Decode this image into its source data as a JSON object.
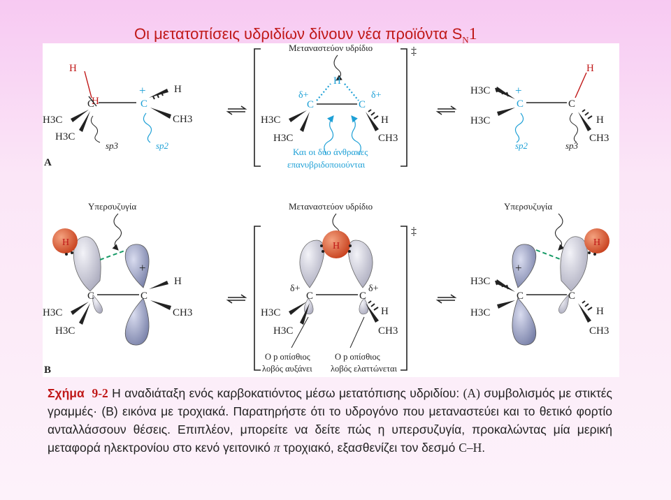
{
  "title": {
    "main": "Οι μετατοπίσεις υδριδίων δίνουν νέα προϊόντα S",
    "sub": "N",
    "tail": "1"
  },
  "panelA": {
    "label": "A",
    "top_label": "Μεταναστεύον υδρίδιο",
    "dagger": "‡",
    "note_line1": "Και οι δύο άνθρακες",
    "note_line2": "επανυβριδοποιούνται",
    "delta_plus": "δ+",
    "plus": "+",
    "sp3": "sp3",
    "sp2": "sp2"
  },
  "panelB": {
    "label": "B",
    "hyper_left": "Υπερσυζυγία",
    "hyper_right": "Υπερσυζυγία",
    "top_label": "Μεταναστεύον υδρίδιο",
    "dagger": "‡",
    "grows_line1": "Ο p οπίσθιος",
    "grows_line2": "λοβός αυξάνει",
    "shrinks_line1": "Ο p οπίσθιος",
    "shrinks_line2": "λοβός ελαττώνεται"
  },
  "atoms": {
    "H": "H",
    "C": "C",
    "H3C": "H3C",
    "CH3": "CH3"
  },
  "caption": {
    "label": "Σχήμα",
    "number": "9-2",
    "part1": " Η αναδιάταξη ενός καρβοκατιόντος μέσω μετατόπισης υδριδίου: ",
    "A": "(A)",
    "part2": " συμβολισμός με στικτές γραμμές· (B) εικόνα με τροχιακά. Παρατηρήστε ότι το υδρογόνο που μεταναστεύει και το θετικό φορτίο ανταλλάσσουν θέσεις. Επιπλέον, μπορείτε να δείτε πώς η υπερσυζυγία, προκαλώντας μία μερική μεταφορά ηλεκτρονίου στο κενό γειτονικό ",
    "pi": "π",
    "part3": " τροχιακό, εξασθενίζει τον δεσμό ",
    "bond": "C–H",
    "end": "."
  },
  "colors": {
    "title": "#c01818",
    "accent_blue": "#1ea0d6",
    "hydrogen": "#d8542e",
    "p_orbital": "#8d95b9",
    "sp3_lobe": "#b9b9c9",
    "hyper_dash": "#169a66"
  }
}
